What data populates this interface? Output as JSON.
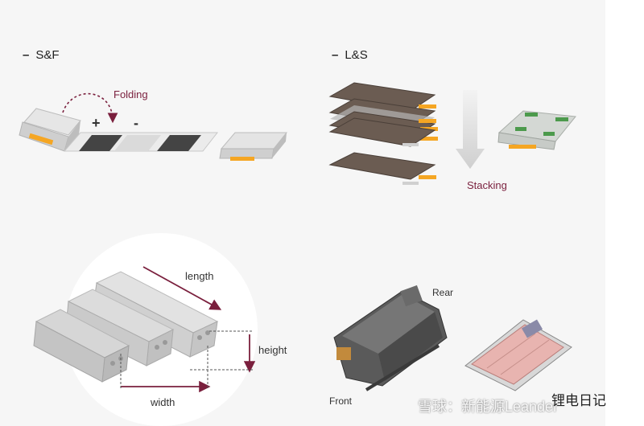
{
  "sections": {
    "sf": {
      "dash": "–",
      "title": "S&F",
      "folding_label": "Folding",
      "plus": "+",
      "minus": "-"
    },
    "ls": {
      "dash": "–",
      "title": "L&S",
      "stacking_label": "Stacking"
    },
    "module": {
      "length_label": "length",
      "height_label": "height",
      "width_label": "width"
    },
    "pack": {
      "rear_label": "Rear",
      "front_label": "Front"
    }
  },
  "watermark": {
    "left_text": "雪球：新能源Leander",
    "right_text": "锂电日记"
  },
  "colors": {
    "accent": "#7a1f3d",
    "electrode_dark": "#4a4a4a",
    "cell_light": "#d9d9d9",
    "tab_orange": "#f5a623",
    "tab_green": "#4c9a4c",
    "pack_pink": "#e8b4b0"
  }
}
